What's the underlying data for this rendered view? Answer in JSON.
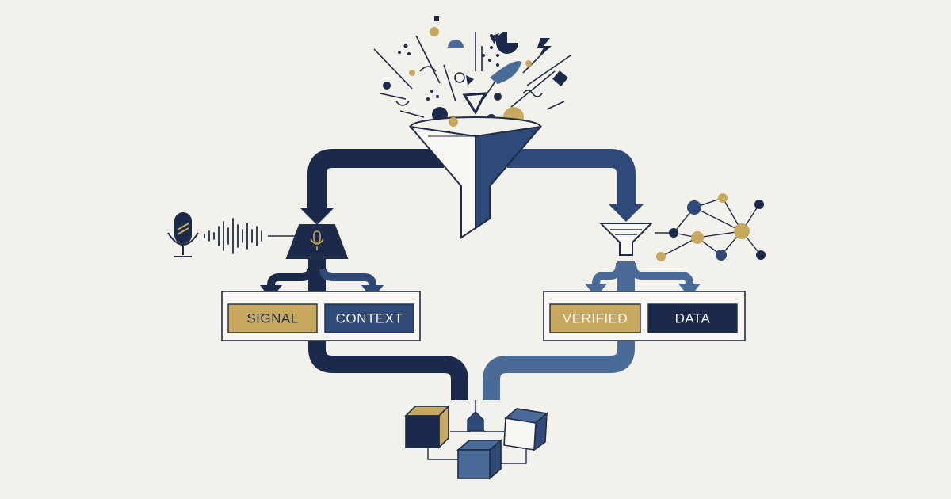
{
  "labels": {
    "signal": "SIGNAL",
    "context": "CONTEXT",
    "verified": "VERIFIED",
    "data": "DATA"
  },
  "colors": {
    "background": "#f3f1ec",
    "navy_dark": "#1b2a4a",
    "navy_mid": "#2f4a78",
    "slate_blue": "#4a6a98",
    "gold": "#c8a85e",
    "outline": "#1f2c44",
    "panel": "#f8f7f3"
  },
  "icons": {
    "input_left": "microphone-icon",
    "waveform": "audio-waveform-icon",
    "top": "funnel-icon",
    "right_input": "network-graph-icon",
    "output": "connected-cubes-icon"
  }
}
